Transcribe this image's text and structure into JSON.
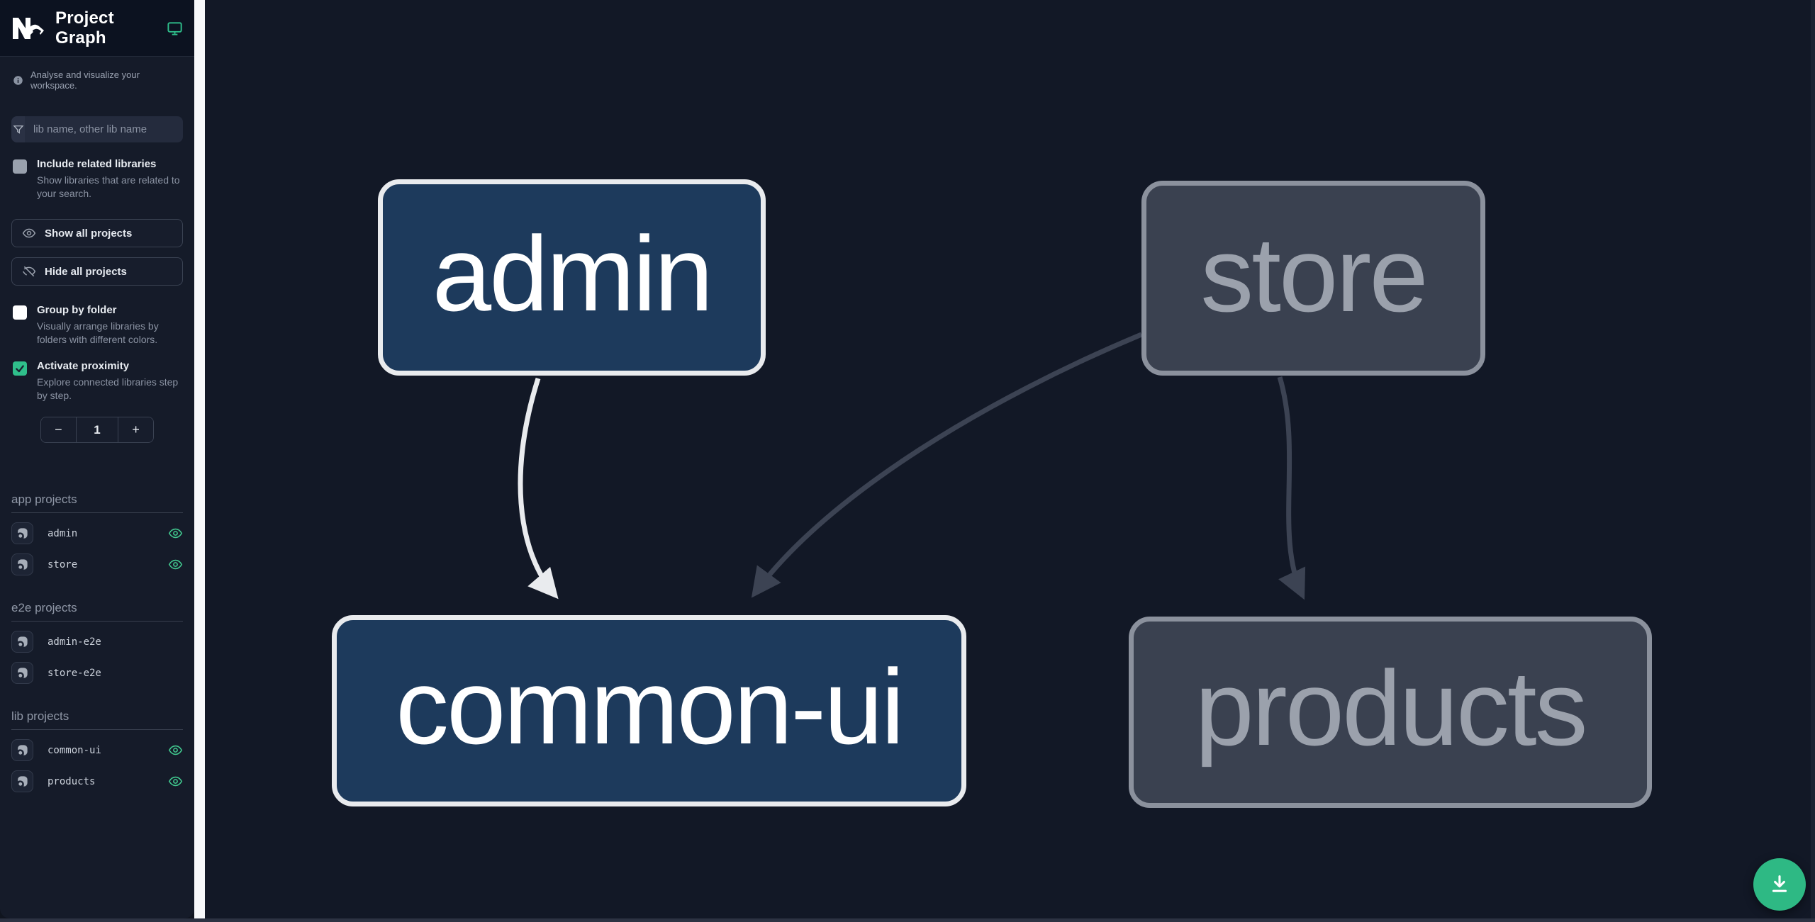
{
  "header": {
    "title": "Project Graph"
  },
  "sidebar": {
    "tagline": "Analyse and visualize your workspace.",
    "search_placeholder": "lib name, other lib name",
    "include_related": {
      "label": "Include related libraries",
      "description": "Show libraries that are related to your search.",
      "checked": false
    },
    "show_all_label": "Show all projects",
    "hide_all_label": "Hide all projects",
    "group_by_folder": {
      "label": "Group by folder",
      "description": "Visually arrange libraries by folders with different colors.",
      "checked": false
    },
    "activate_proximity": {
      "label": "Activate proximity",
      "description": "Explore connected libraries step by step.",
      "checked": true
    },
    "proximity_stepper": {
      "decrement": "−",
      "value": "1",
      "increment": "+"
    },
    "sections": [
      {
        "title": "app projects",
        "items": [
          {
            "name": "admin",
            "visible": true
          },
          {
            "name": "store",
            "visible": true
          }
        ]
      },
      {
        "title": "e2e projects",
        "items": [
          {
            "name": "admin-e2e",
            "visible": false
          },
          {
            "name": "store-e2e",
            "visible": false
          }
        ]
      },
      {
        "title": "lib projects",
        "items": [
          {
            "name": "common-ui",
            "visible": true
          },
          {
            "name": "products",
            "visible": true
          }
        ]
      }
    ]
  },
  "graph": {
    "nodes": [
      {
        "id": "admin",
        "label": "admin",
        "state": "focused"
      },
      {
        "id": "store",
        "label": "store",
        "state": "dimmed"
      },
      {
        "id": "common-ui",
        "label": "common-ui",
        "state": "focused"
      },
      {
        "id": "products",
        "label": "products",
        "state": "dimmed"
      }
    ],
    "edges": [
      {
        "source": "admin",
        "target": "common-ui",
        "state": "focused"
      },
      {
        "source": "store",
        "target": "common-ui",
        "state": "dimmed"
      },
      {
        "source": "store",
        "target": "products",
        "state": "dimmed"
      }
    ]
  },
  "fab": {
    "action": "download-graph-image"
  },
  "colors": {
    "accent_green": "#2fbf8b",
    "eye_green": "#41c98f",
    "focused_node_fill": "#1d3a5c",
    "focused_node_border": "#e9ebee",
    "dimmed_node_fill": "#3a4150",
    "dimmed_node_border": "#8b919d",
    "canvas_bg": "#121826",
    "sidebar_bg": "#151b29"
  }
}
